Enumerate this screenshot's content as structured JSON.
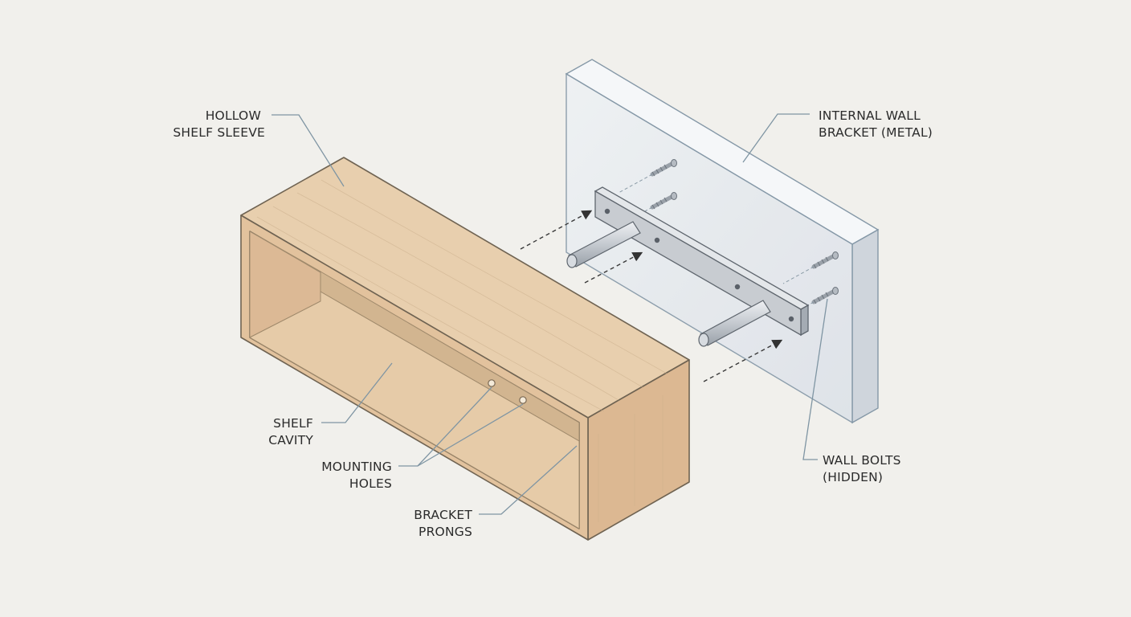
{
  "labels": {
    "hollow_shelf_sleeve": [
      "HOLLOW",
      "SHELF SLEEVE"
    ],
    "internal_wall_bracket": [
      "INTERNAL WALL",
      "BRACKET (METAL)"
    ],
    "shelf_cavity": [
      "SHELF",
      "CAVITY"
    ],
    "mounting_holes": [
      "MOUNTING",
      "HOLES"
    ],
    "bracket_prongs": [
      "BRACKET",
      "PRONGS"
    ],
    "wall_bolts": [
      "WALL BOLTS",
      "(HIDDEN)"
    ]
  },
  "colors": {
    "background": "#f1f0ec",
    "wood_top": "#e8cfae",
    "wood_front": "#e2c29d",
    "wood_side": "#d9b68f",
    "wall_face": "#e3e7ec",
    "metal": "#c8ccd1",
    "leader": "#7f95a3",
    "text": "#2b2b2b"
  }
}
